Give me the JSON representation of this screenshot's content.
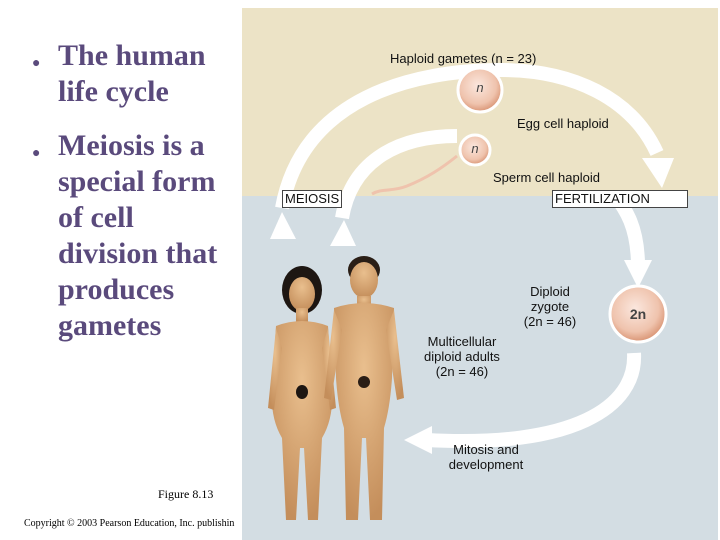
{
  "bullets": [
    {
      "text": "The human life cycle"
    },
    {
      "text": "Meiosis is a special form of cell division that produces gametes"
    }
  ],
  "caption": "Figure 8.13",
  "copyright": "Copyright © 2003 Pearson Education, Inc. publishin",
  "diagram": {
    "haploid_gametes": "Haploid gametes (n = 23)",
    "egg_cell": "Egg cell haploid",
    "sperm_cell": "Sperm cell haploid",
    "meiosis": "MEIOSIS",
    "fertilization": "FERTILIZATION",
    "zygote_line1": "Diploid",
    "zygote_line2": "zygote",
    "zygote_line3": "(2n = 46)",
    "adults_line1": "Multicellular",
    "adults_line2": "diploid adults",
    "adults_line3": "(2n = 46)",
    "mitosis_line1": "Mitosis and",
    "mitosis_line2": "development",
    "egg_symbol": "n",
    "sperm_symbol": "n",
    "zygote_symbol": "2n"
  },
  "colors": {
    "bullet_text": "#5a4a7c",
    "top_band": "#ece3c6",
    "bottom_band": "#d3dde3",
    "arrow": "#ffffff"
  }
}
